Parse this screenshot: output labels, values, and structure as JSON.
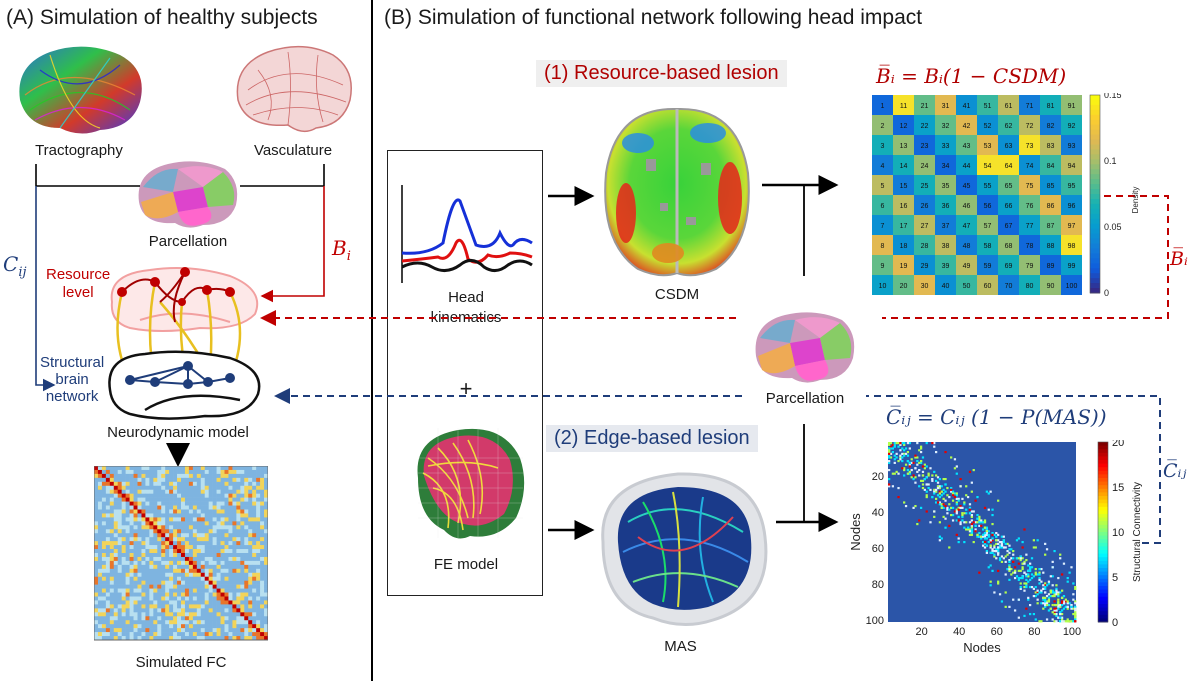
{
  "panel_a": {
    "title": "(A) Simulation of healthy subjects",
    "tractography": "Tractography",
    "vasculature": "Vasculature",
    "parcellation": "Parcellation",
    "b_i": "B",
    "b_i_sub": "i",
    "c_ij": "C",
    "c_ij_sub": "ij",
    "resource_level_1": "Resource",
    "resource_level_2": "level",
    "structural_1": "Structural",
    "structural_2": "brain",
    "structural_3": "network",
    "neurodynamic": "Neurodynamic model",
    "simulated_fc": "Simulated FC"
  },
  "panel_b": {
    "title": "(B) Simulation of functional network following head impact",
    "resource_lesion": "(1) Resource-based lesion",
    "edge_lesion": "(2) Edge-based lesion",
    "head_kinematics_1": "Head",
    "head_kinematics_2": "kinematics",
    "plus": "+",
    "fe_model": "FE model",
    "csdm": "CSDM",
    "mas": "MAS",
    "parcellation": "Parcellation",
    "b_eq": "B̅ᵢ = Bᵢ(1 − CSDM)",
    "c_eq": "C̅ᵢⱼ = Cᵢⱼ (1 − P(MAS))",
    "b_bar": "B̅ᵢ",
    "c_bar": "C̅ᵢⱼ"
  },
  "density_matrix": {
    "colorbar_title": "Density",
    "colorbar_ticks": [
      "0.15",
      "0.1",
      "0.05",
      "0"
    ],
    "cells": [
      [
        1,
        11,
        21,
        31,
        41,
        51,
        61,
        71,
        81,
        91
      ],
      [
        2,
        12,
        22,
        32,
        42,
        52,
        62,
        72,
        82,
        92
      ],
      [
        3,
        13,
        23,
        33,
        43,
        53,
        63,
        73,
        83,
        93
      ],
      [
        4,
        14,
        24,
        34,
        44,
        54,
        64,
        74,
        84,
        94
      ],
      [
        5,
        15,
        25,
        35,
        45,
        55,
        65,
        75,
        85,
        95
      ],
      [
        6,
        16,
        26,
        36,
        46,
        56,
        66,
        76,
        86,
        96
      ],
      [
        7,
        17,
        27,
        37,
        47,
        57,
        67,
        77,
        87,
        97
      ],
      [
        8,
        18,
        28,
        38,
        48,
        58,
        68,
        78,
        88,
        98
      ],
      [
        9,
        19,
        29,
        39,
        49,
        59,
        69,
        79,
        89,
        99
      ],
      [
        10,
        20,
        30,
        40,
        50,
        60,
        70,
        80,
        90,
        100
      ]
    ]
  },
  "sc_matrix": {
    "xlabel": "Nodes",
    "ylabel": "Nodes",
    "xticks": [
      "20",
      "40",
      "60",
      "80",
      "100"
    ],
    "yticks": [
      "20",
      "40",
      "60",
      "80",
      "100"
    ],
    "colorbar_title": "Structural Connectivity",
    "colorbar_ticks": [
      "20",
      "15",
      "10",
      "5",
      "0"
    ]
  },
  "colors": {
    "red": "#c00000",
    "blue": "#1f3d7a",
    "divider": "#000000"
  }
}
